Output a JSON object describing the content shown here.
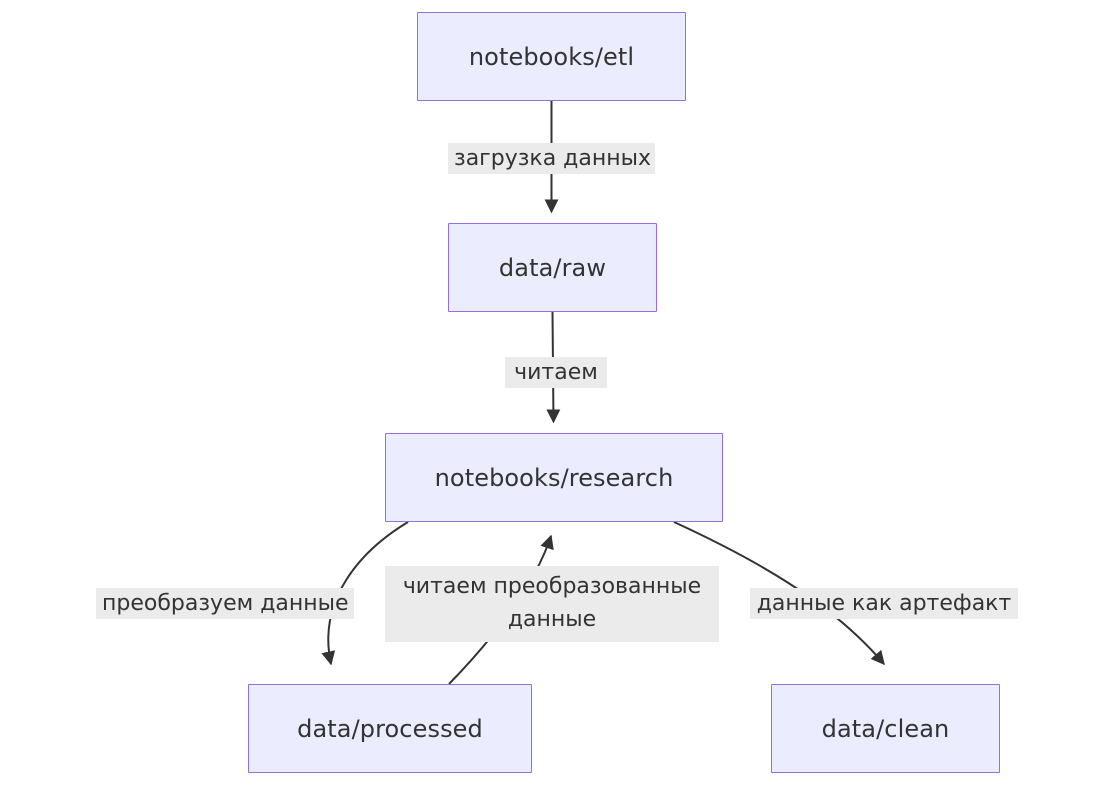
{
  "diagram": {
    "type": "flowchart",
    "direction": "top-down",
    "title": "",
    "background_color": "#ffffff",
    "node_fill_color": "#ececff",
    "node_border_color": "#9370db",
    "node_text_color": "#333333",
    "edge_color": "#333333",
    "edge_label_background": "#ebebeb",
    "nodes": [
      {
        "id": "notebooks_etl",
        "label": "notebooks/etl"
      },
      {
        "id": "data_raw",
        "label": "data/raw"
      },
      {
        "id": "notebooks_research",
        "label": "notebooks/research"
      },
      {
        "id": "data_processed",
        "label": "data/processed"
      },
      {
        "id": "data_clean",
        "label": "data/clean"
      }
    ],
    "edges": [
      {
        "from": "notebooks_etl",
        "to": "data_raw",
        "label": "загрузка данных"
      },
      {
        "from": "data_raw",
        "to": "notebooks_research",
        "label": "читаем"
      },
      {
        "from": "notebooks_research",
        "to": "data_processed",
        "label": "преобразуем данные"
      },
      {
        "from": "data_processed",
        "to": "notebooks_research",
        "label": "читаем преобразованные данные"
      },
      {
        "from": "notebooks_research",
        "to": "data_clean",
        "label": "данные как артефакт"
      }
    ]
  }
}
